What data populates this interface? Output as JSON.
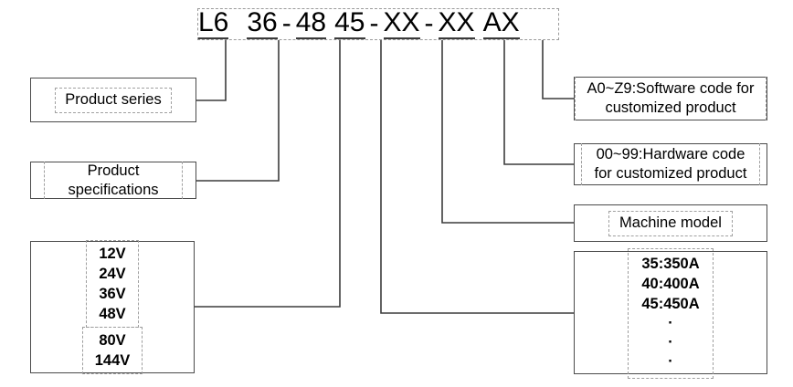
{
  "diagram": {
    "title": "Model number designation breakdown",
    "code_strip": {
      "name": "model-code",
      "full_code": "L6 36 - 48 45 - XX - XX AX",
      "segments": [
        {
          "id": "series",
          "text": "L6",
          "underlined": true
        },
        {
          "id": "spec",
          "text": "36",
          "underlined": true
        },
        {
          "id": "dash1",
          "text": "-",
          "underlined": false
        },
        {
          "id": "voltage",
          "text": "48",
          "underlined": true
        },
        {
          "id": "current",
          "text": "45",
          "underlined": true
        },
        {
          "id": "dash2",
          "text": "-",
          "underlined": false
        },
        {
          "id": "machine",
          "text": "XX",
          "underlined": true
        },
        {
          "id": "dash3",
          "text": "-",
          "underlined": false
        },
        {
          "id": "hardware",
          "text": "XX",
          "underlined": true
        },
        {
          "id": "software",
          "text": "AX",
          "underlined": true
        }
      ]
    },
    "callouts": {
      "product_series": {
        "lines": [
          "Product series"
        ]
      },
      "product_specifications": {
        "lines": [
          "Product",
          "specifications"
        ]
      },
      "voltage_options": {
        "group_a": [
          "12V",
          "24V",
          "36V",
          "48V"
        ],
        "group_b": [
          "80V",
          "144V"
        ]
      },
      "software_code": {
        "lines": [
          "A0~Z9:Software code for",
          "customized product"
        ]
      },
      "hardware_code": {
        "lines": [
          "00~99:Hardware code",
          "for customized product"
        ]
      },
      "machine_model": {
        "lines": [
          "Machine model"
        ]
      },
      "current_options": {
        "values": [
          "35:350A",
          "40:400A",
          "45:450A"
        ],
        "ellipsis": [
          "·",
          "·",
          "·"
        ]
      }
    },
    "colors": {
      "line": "#3c3c3c",
      "box_border": "#4a4a4a",
      "dashed_border": "#9e9e9e",
      "text": "#000000",
      "background": "#ffffff"
    }
  }
}
